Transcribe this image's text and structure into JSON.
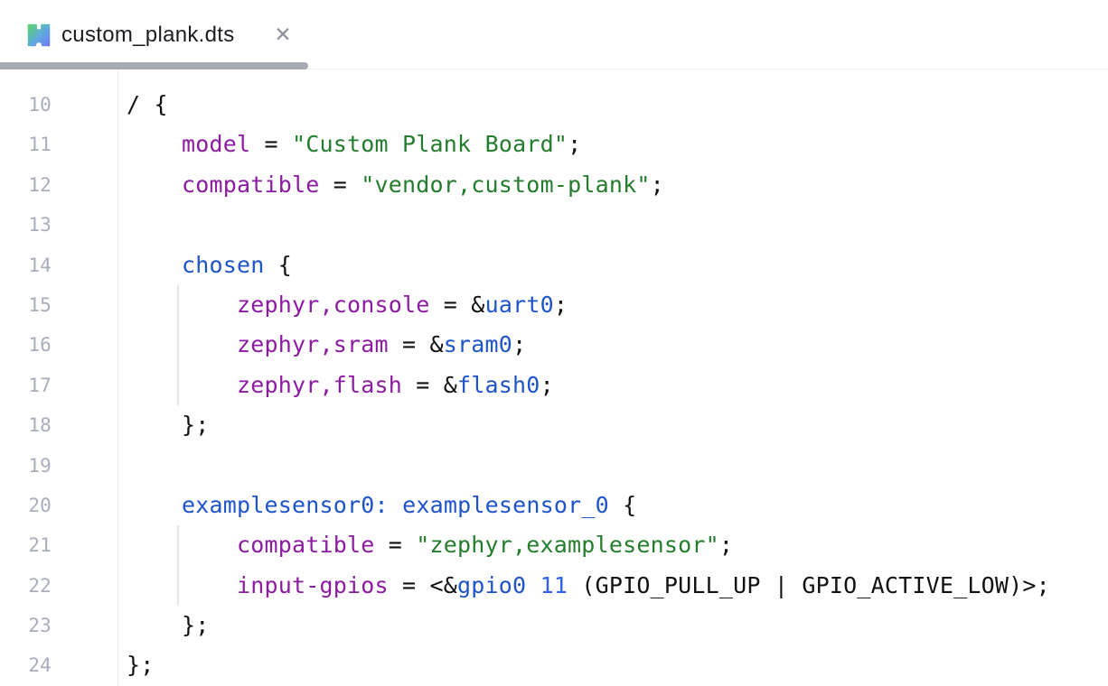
{
  "tab": {
    "title": "custom_plank.dts",
    "close_glyph": "✕",
    "icon": "devicetree-file-icon"
  },
  "colors": {
    "plain": "#121214",
    "prop": "#8c1ba2",
    "str": "#237d2c",
    "node": "#1e54c9",
    "num": "#2e63e8",
    "lineno": "#a9aebc",
    "underline": "#a6aab5",
    "icon_gradient_start": "#57d26b",
    "icon_gradient_end": "#6e7cf3"
  },
  "editor": {
    "first_visible_line": 10,
    "last_visible_line": 24,
    "lines": [
      {
        "no": "10",
        "tokens": [
          {
            "t": "p",
            "s": "/ {"
          }
        ]
      },
      {
        "no": "11",
        "tokens": [
          {
            "t": "p",
            "s": "    "
          },
          {
            "t": "k",
            "s": "model"
          },
          {
            "t": "p",
            "s": " = "
          },
          {
            "t": "s",
            "s": "\"Custom Plank Board\""
          },
          {
            "t": "p",
            "s": ";"
          }
        ]
      },
      {
        "no": "12",
        "tokens": [
          {
            "t": "p",
            "s": "    "
          },
          {
            "t": "k",
            "s": "compatible"
          },
          {
            "t": "p",
            "s": " = "
          },
          {
            "t": "s",
            "s": "\"vendor,custom-plank\""
          },
          {
            "t": "p",
            "s": ";"
          }
        ]
      },
      {
        "no": "13",
        "tokens": []
      },
      {
        "no": "14",
        "tokens": [
          {
            "t": "p",
            "s": "    "
          },
          {
            "t": "n",
            "s": "chosen"
          },
          {
            "t": "p",
            "s": " {"
          }
        ]
      },
      {
        "no": "15",
        "tokens": [
          {
            "t": "p",
            "s": "        "
          },
          {
            "t": "k",
            "s": "zephyr,console"
          },
          {
            "t": "p",
            "s": " = &"
          },
          {
            "t": "n",
            "s": "uart0"
          },
          {
            "t": "p",
            "s": ";"
          }
        ]
      },
      {
        "no": "16",
        "tokens": [
          {
            "t": "p",
            "s": "        "
          },
          {
            "t": "k",
            "s": "zephyr,sram"
          },
          {
            "t": "p",
            "s": " = &"
          },
          {
            "t": "n",
            "s": "sram0"
          },
          {
            "t": "p",
            "s": ";"
          }
        ]
      },
      {
        "no": "17",
        "tokens": [
          {
            "t": "p",
            "s": "        "
          },
          {
            "t": "k",
            "s": "zephyr,flash"
          },
          {
            "t": "p",
            "s": " = &"
          },
          {
            "t": "n",
            "s": "flash0"
          },
          {
            "t": "p",
            "s": ";"
          }
        ]
      },
      {
        "no": "18",
        "tokens": [
          {
            "t": "p",
            "s": "    };"
          }
        ]
      },
      {
        "no": "19",
        "tokens": []
      },
      {
        "no": "20",
        "tokens": [
          {
            "t": "p",
            "s": "    "
          },
          {
            "t": "n",
            "s": "examplesensor0:"
          },
          {
            "t": "p",
            "s": " "
          },
          {
            "t": "n",
            "s": "examplesensor_0"
          },
          {
            "t": "p",
            "s": " {"
          }
        ]
      },
      {
        "no": "21",
        "tokens": [
          {
            "t": "p",
            "s": "        "
          },
          {
            "t": "k",
            "s": "compatible"
          },
          {
            "t": "p",
            "s": " = "
          },
          {
            "t": "s",
            "s": "\"zephyr,examplesensor\""
          },
          {
            "t": "p",
            "s": ";"
          }
        ]
      },
      {
        "no": "22",
        "tokens": [
          {
            "t": "p",
            "s": "        "
          },
          {
            "t": "k",
            "s": "input-gpios"
          },
          {
            "t": "p",
            "s": " = <&"
          },
          {
            "t": "n",
            "s": "gpio0"
          },
          {
            "t": "p",
            "s": " "
          },
          {
            "t": "d",
            "s": "11"
          },
          {
            "t": "p",
            "s": " (GPIO_PULL_UP | GPIO_ACTIVE_LOW)>;"
          }
        ]
      },
      {
        "no": "23",
        "tokens": [
          {
            "t": "p",
            "s": "    };"
          }
        ]
      },
      {
        "no": "24",
        "tokens": [
          {
            "t": "p",
            "s": "};"
          }
        ]
      }
    ]
  }
}
